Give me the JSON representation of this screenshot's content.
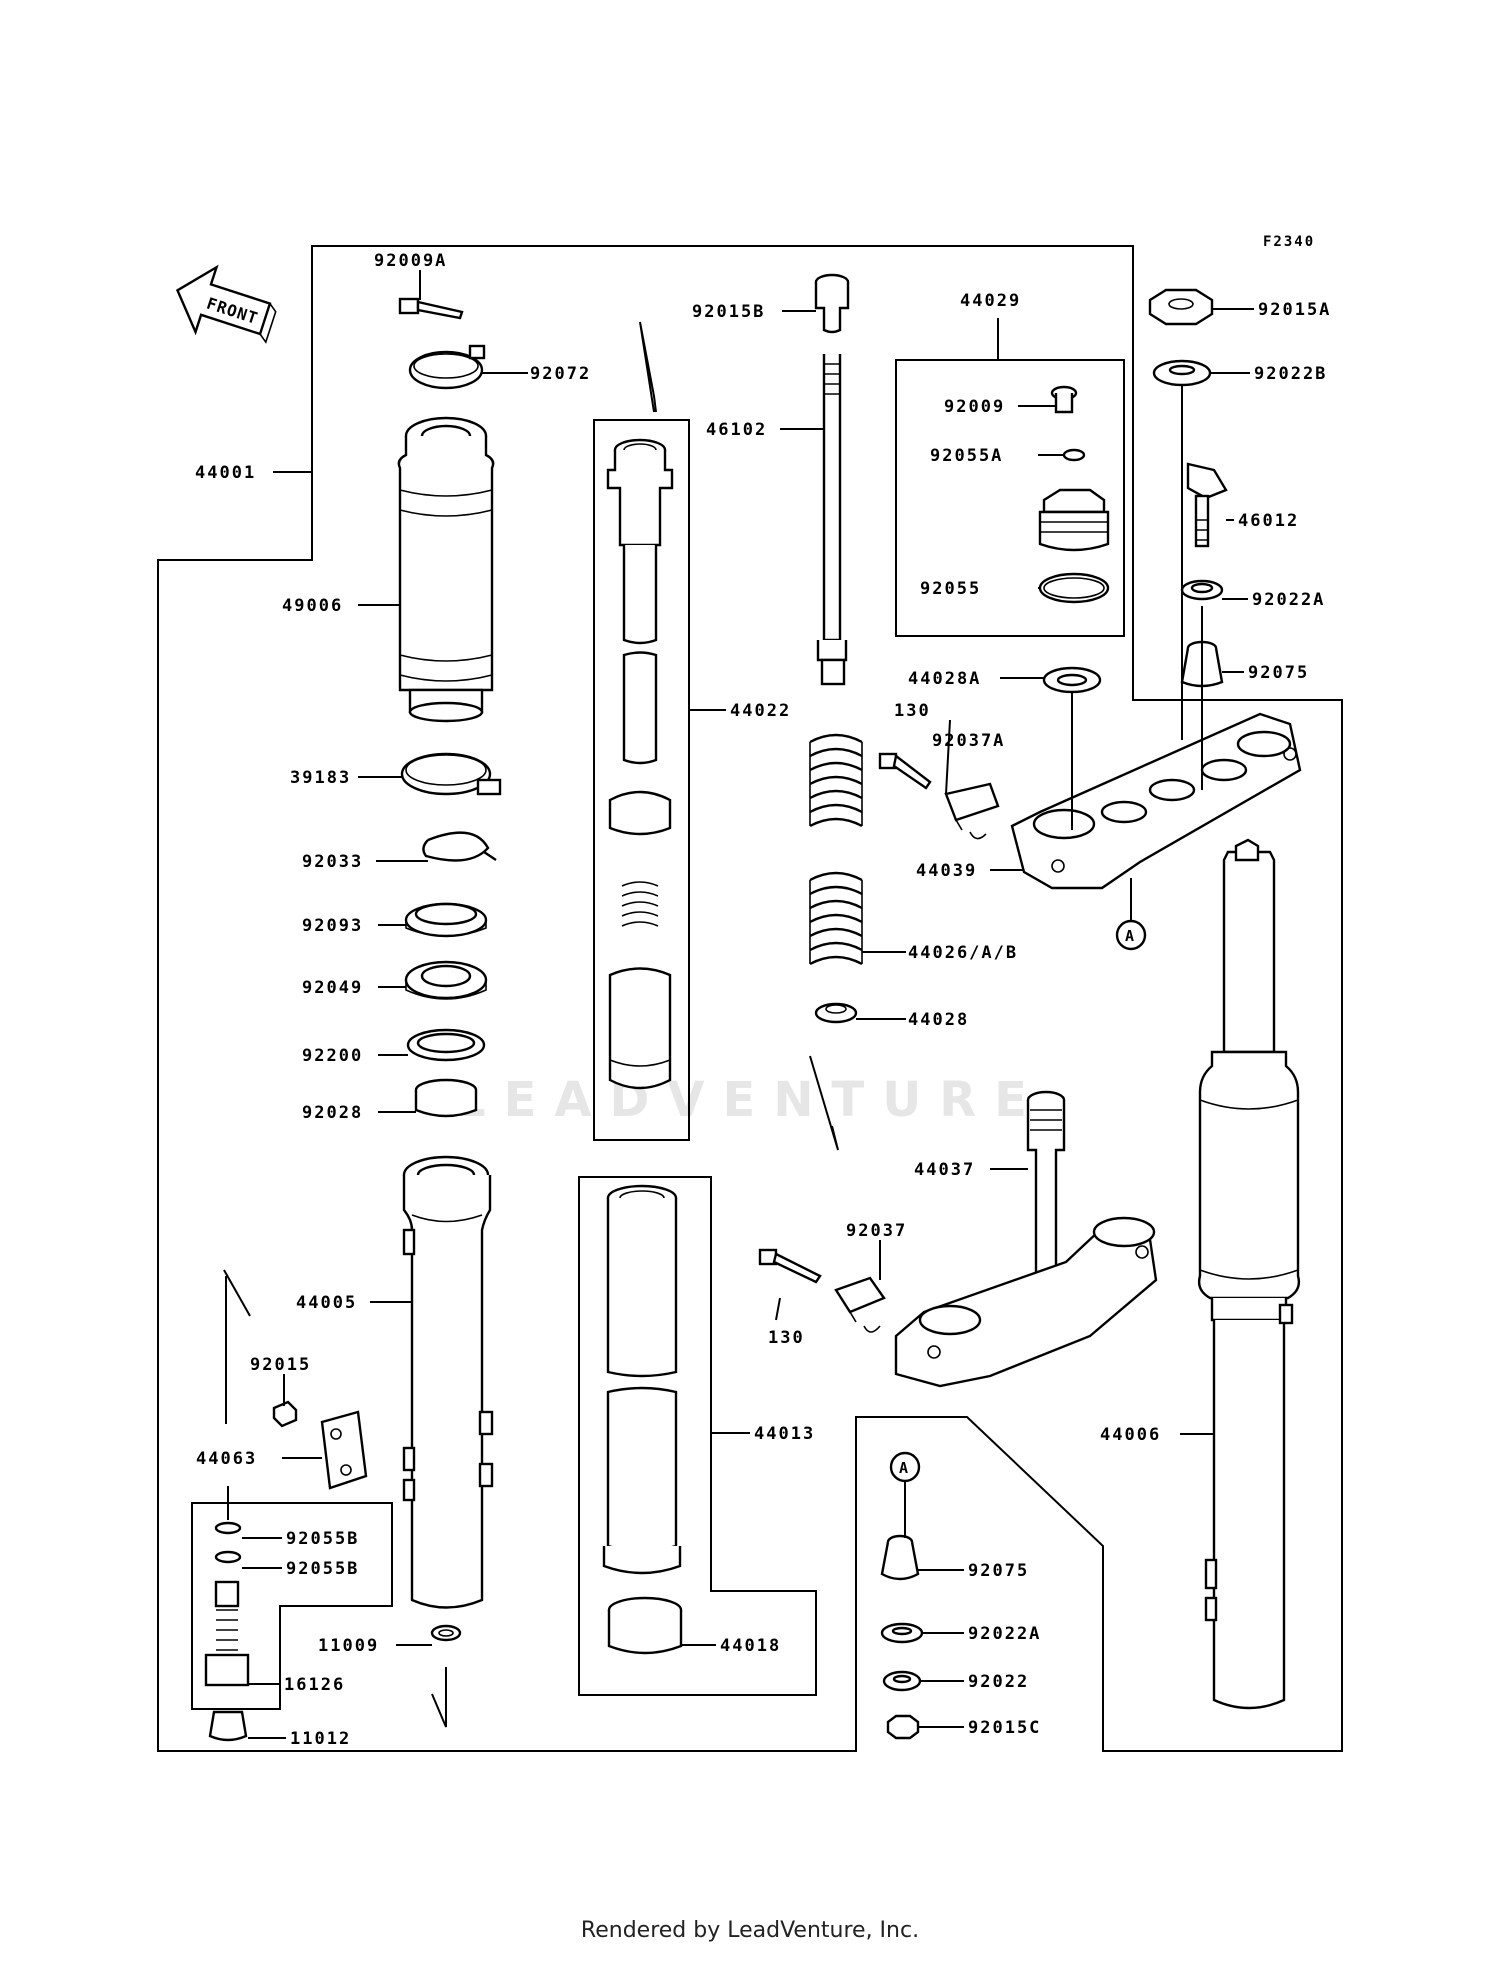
{
  "figure_code": "F2340",
  "front_label": "FRONT",
  "watermark": "LEADVENTURE",
  "footer": "Rendered by LeadVenture, Inc.",
  "callouts": {
    "c92009A": "92009A",
    "c92072": "92072",
    "c44001": "44001",
    "c49006": "49006",
    "c39183": "39183",
    "c92033": "92033",
    "c92093": "92093",
    "c92049": "92049",
    "c92200": "92200",
    "c92028": "92028",
    "c44005": "44005",
    "c92015": "92015",
    "c44063": "44063",
    "c92055B_1": "92055B",
    "c92055B_2": "92055B",
    "c16126": "16126",
    "c11009": "11009",
    "c11012": "11012",
    "c44022": "44022",
    "c44013": "44013",
    "c44018": "44018",
    "c92015B": "92015B",
    "c46102": "46102",
    "c44029": "44029",
    "c92009": "92009",
    "c92055A": "92055A",
    "c92055": "92055",
    "c44028A": "44028A",
    "c130_top": "130",
    "c92037A": "92037A",
    "c44039": "44039",
    "c44026": "44026/A/B",
    "c44028": "44028",
    "c44037": "44037",
    "c92037": "92037",
    "c130_bottom": "130",
    "c92015A": "92015A",
    "c92022B": "92022B",
    "c46012": "46012",
    "c92022A_top": "92022A",
    "c92075_top": "92075",
    "c44006": "44006",
    "c92075_bottom": "92075",
    "c92022A_bottom": "92022A",
    "c92022": "92022",
    "c92015C": "92015C",
    "refA_top": "A",
    "refA_bottom": "A"
  }
}
